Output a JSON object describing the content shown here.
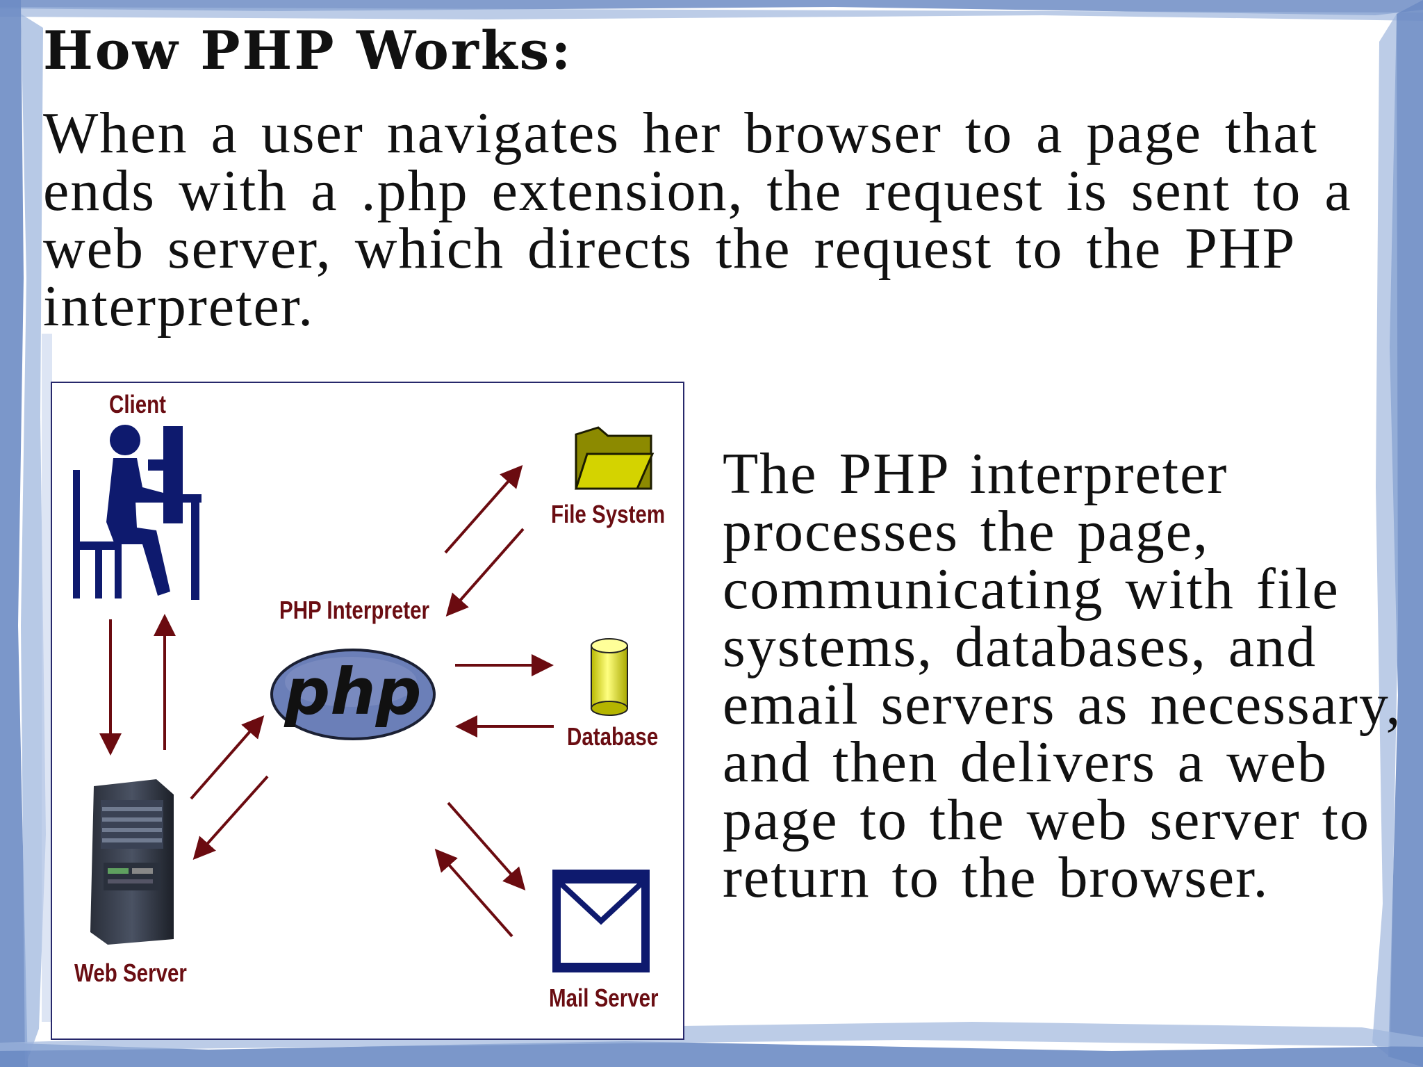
{
  "slide": {
    "title": "How PHP Works:",
    "intro": "When a user navigates her browser to a page that ends with a .php extension, the request is sent to a web server, which directs the request to the PHP interpreter.",
    "explanation": "The PHP interpreter processes the page, communicating with file systems, databases, and email servers as necessary, and then delivers a web page to the web server to return to the browser."
  },
  "diagram": {
    "nodes": {
      "client": "Client",
      "web_server": "Web Server",
      "php_interpreter": "PHP Interpreter",
      "php_logo": "php",
      "file_system": "File System",
      "database": "Database",
      "mail_server": "Mail Server"
    },
    "colors": {
      "label": "#6a0d12",
      "arrow": "#6b0b10",
      "figure": "#0e1a6e",
      "php_oval": "#6b7fb8",
      "folder": "#d4d300",
      "frame_blue": "#5b7fb8"
    }
  }
}
